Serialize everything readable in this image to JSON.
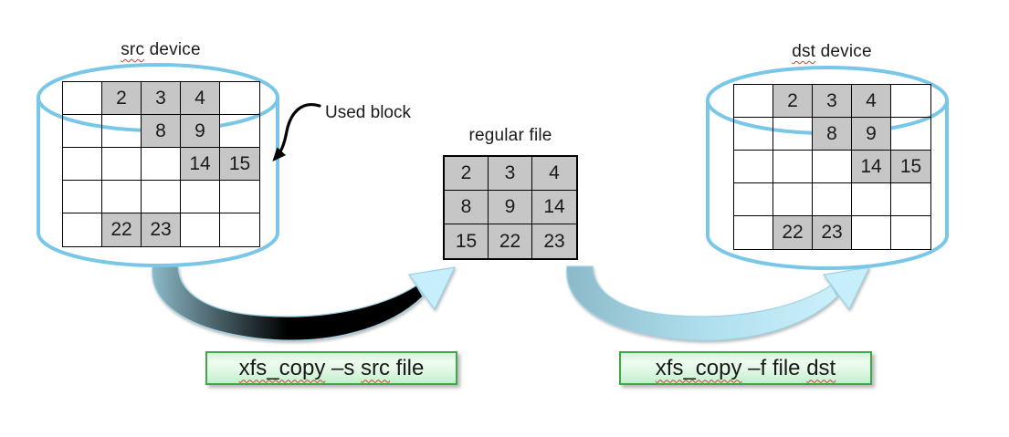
{
  "src_device": {
    "label_highlighted": "src",
    "label_rest": " device",
    "grid": [
      [
        "",
        "2",
        "3",
        "4",
        ""
      ],
      [
        "",
        "",
        "8",
        "9",
        ""
      ],
      [
        "",
        "",
        "",
        "14",
        "15"
      ],
      [
        "",
        "",
        "",
        "",
        ""
      ],
      [
        "",
        "22",
        "23",
        "",
        ""
      ]
    ]
  },
  "dst_device": {
    "label_highlighted": "dst",
    "label_rest": " device",
    "grid": [
      [
        "",
        "2",
        "3",
        "4",
        ""
      ],
      [
        "",
        "",
        "8",
        "9",
        ""
      ],
      [
        "",
        "",
        "",
        "14",
        "15"
      ],
      [
        "",
        "",
        "",
        "",
        ""
      ],
      [
        "",
        "22",
        "23",
        "",
        ""
      ]
    ]
  },
  "regular_file": {
    "label": "regular file",
    "grid": [
      [
        "2",
        "3",
        "4"
      ],
      [
        "8",
        "9",
        "14"
      ],
      [
        "15",
        "22",
        "23"
      ]
    ]
  },
  "annotation": {
    "used_block_label": "Used block"
  },
  "commands": {
    "copy_to_file": {
      "p1": "xfs_copy",
      "p2": " –s ",
      "p3": "src",
      "p4": " file"
    },
    "copy_to_device": {
      "p1": "xfs_copy",
      "p2": " –f file ",
      "p3": "dst",
      "p4": ""
    }
  },
  "colors": {
    "cylinder_stroke": "#79c7e8",
    "used_block_fill": "#c6c6c6",
    "command_border": "#3fa64b",
    "command_fill_top": "#d4f3d8",
    "command_fill_bottom": "#c3efcc",
    "arrow_tail": "#8cb9c8",
    "arrow_head": "#cbf0fb",
    "spellcheck_squiggle": "#d83931",
    "annotation_arrow": "#000000"
  }
}
